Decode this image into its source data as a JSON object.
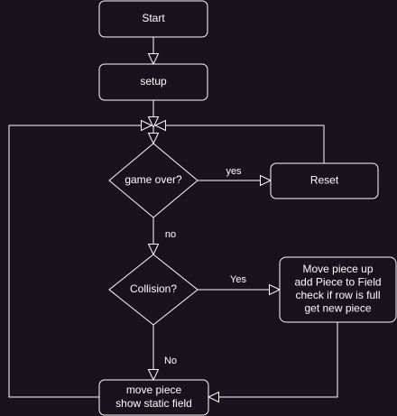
{
  "nodes": {
    "start": "Start",
    "setup": "setup",
    "game_over": "game over?",
    "reset": "Reset",
    "collision": "Collision?",
    "move_up": [
      "Move piece up",
      "add Piece to Field",
      "check if row is full",
      "get new piece"
    ],
    "move_piece": [
      "move piece",
      "show static field"
    ]
  },
  "edges": {
    "yes": "yes",
    "no": "no",
    "Yes": "Yes",
    "No": "No"
  },
  "colors": {
    "background": "#18141d",
    "stroke": "#ffffff",
    "text": "#ffffff"
  }
}
